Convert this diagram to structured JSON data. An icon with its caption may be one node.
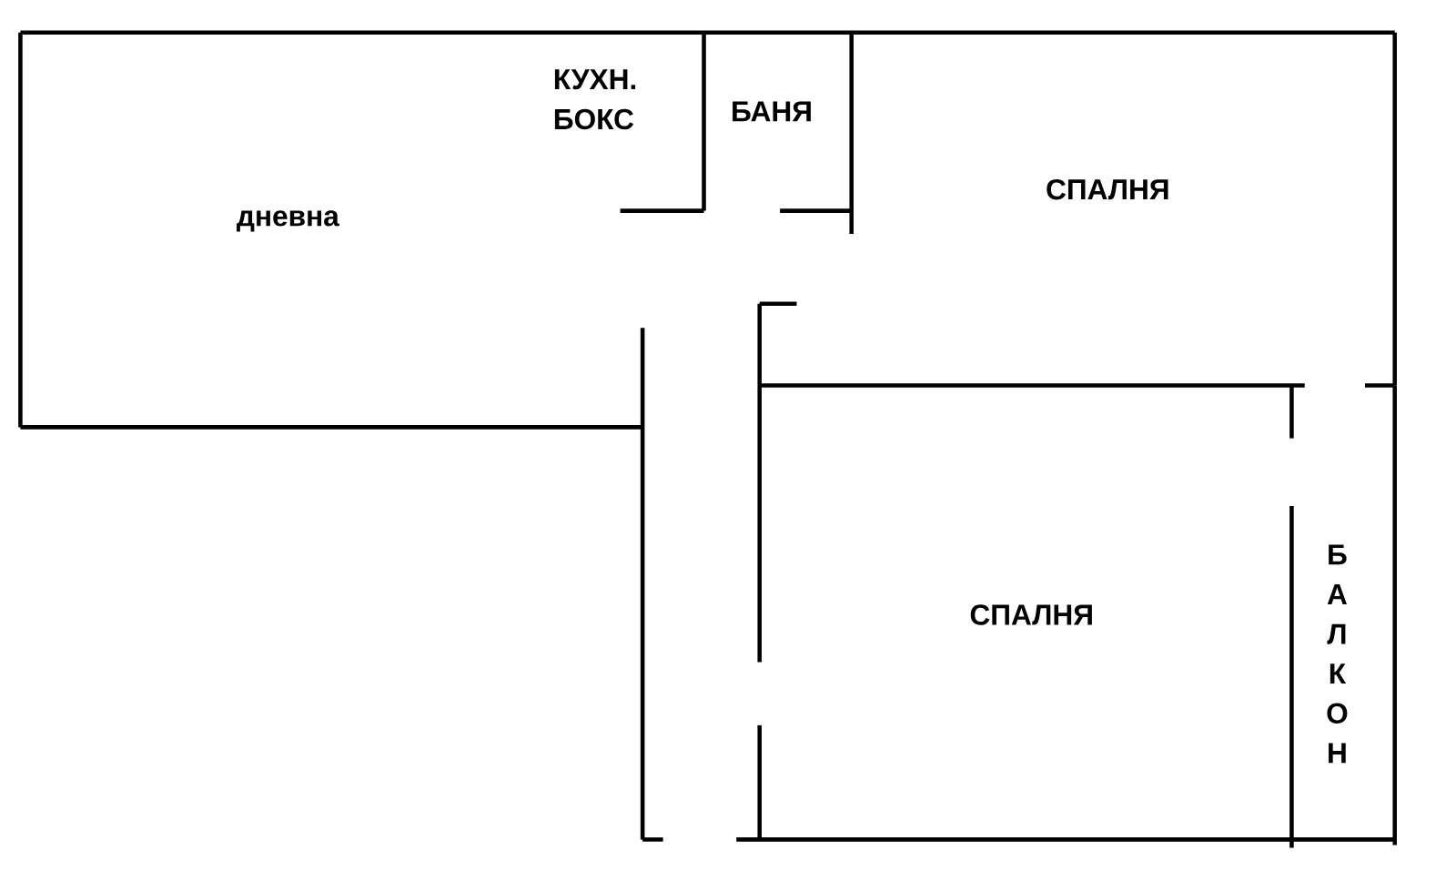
{
  "diagram": {
    "labels": [
      "КУХН. БОКС",
      "БАНЯ",
      "СПАЛНЯ",
      "дневна",
      "СПАЛНЯ",
      "БАЛКОН"
    ]
  }
}
